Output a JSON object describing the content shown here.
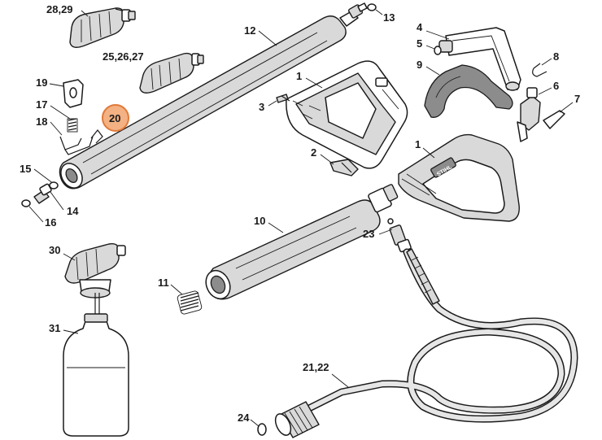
{
  "diagram": {
    "highlight_color": "#f4b183",
    "highlight_stroke": "#e07a3a",
    "labels": {
      "l28_29": "28,29",
      "l13": "13",
      "l12": "12",
      "l4": "4",
      "l5": "5",
      "l8": "8",
      "l9": "9",
      "l6": "6",
      "l7": "7",
      "l25_27": "25,26,27",
      "l19": "19",
      "l1a": "1",
      "l3": "3",
      "l17": "17",
      "l20": "20",
      "l18": "18",
      "l2": "2",
      "l1b": "1",
      "l15": "15",
      "l14": "14",
      "l16": "16",
      "l10": "10",
      "l23": "23",
      "l30": "30",
      "l11": "11",
      "l31": "31",
      "l21_22": "21,22",
      "l24": "24"
    },
    "brand_text": "STIHL"
  }
}
